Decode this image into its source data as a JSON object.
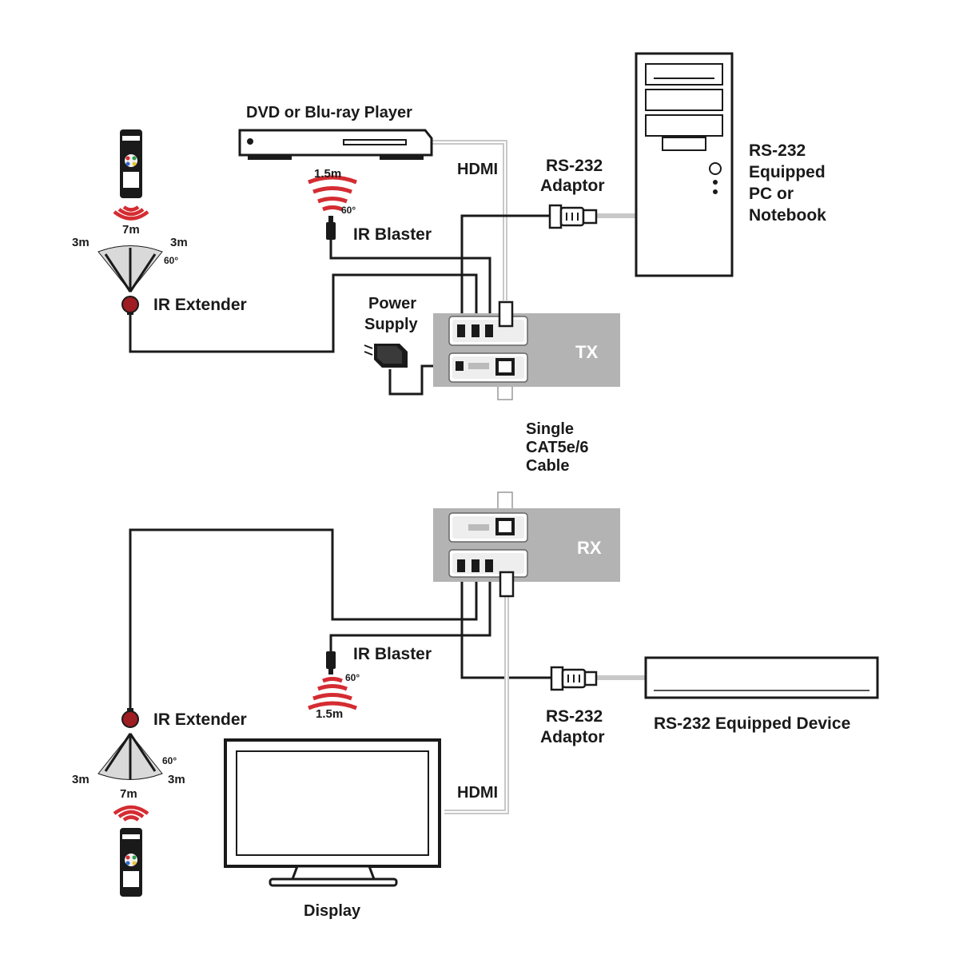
{
  "labels": {
    "dvd_player": "DVD or Blu-ray Player",
    "hdmi_top": "HDMI",
    "hdmi_bottom": "HDMI",
    "rs232_adaptor_top": [
      "RS-232",
      "Adaptor"
    ],
    "rs232_adaptor_bottom": [
      "RS-232",
      "Adaptor"
    ],
    "pc": [
      "RS-232",
      "Equipped",
      "PC or",
      "Notebook"
    ],
    "ir_blaster_top": "IR Blaster",
    "ir_blaster_bottom": "IR Blaster",
    "ir_extender_top": "IR Extender",
    "ir_extender_bottom": "IR Extender",
    "power_supply": [
      "Power",
      "Supply"
    ],
    "tx": "TX",
    "rx": "RX",
    "cable": [
      "Single",
      "CAT5e/6",
      "Cable"
    ],
    "rs232_device": "RS-232 Equipped Device",
    "display": "Display",
    "range_7m_top": "7m",
    "range_3m_left_top": "3m",
    "range_3m_right_top": "3m",
    "angle_60_ext_top": "60°",
    "range_15m_top": "1.5m",
    "angle_60_blaster_top": "60°",
    "range_7m_bottom": "7m",
    "range_3m_left_bottom": "3m",
    "range_3m_right_bottom": "3m",
    "angle_60_ext_bottom": "60°",
    "range_15m_bottom": "1.5m",
    "angle_60_blaster_bottom": "60°"
  },
  "colors": {
    "ir_signal": "#d42c32",
    "device_box": "#b3b3b3",
    "cable": "#1a1a1a",
    "hdmi_cable": "#c8c8c8"
  }
}
